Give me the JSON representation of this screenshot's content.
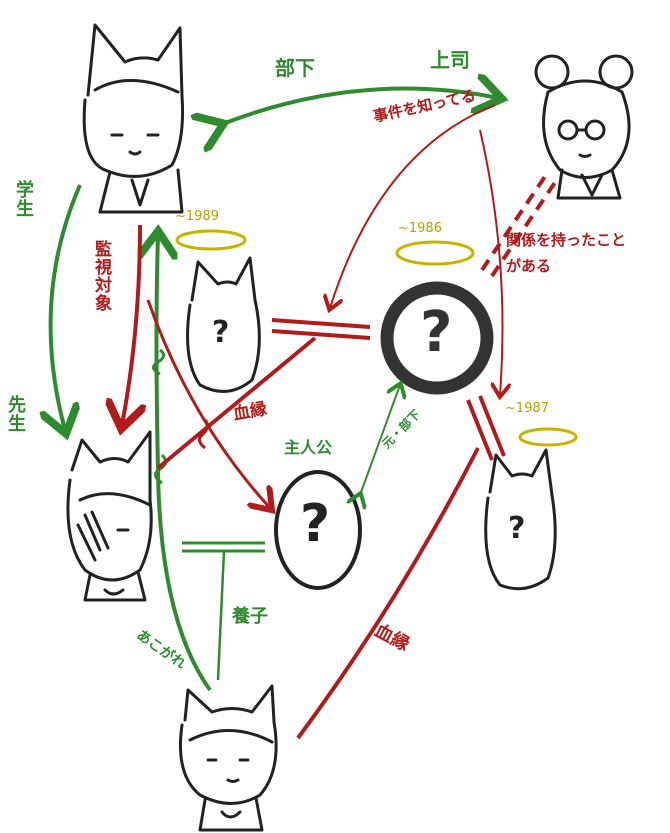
{
  "colors": {
    "ink": "#222222",
    "green": "#2e8b2e",
    "red": "#b01c1c",
    "gold": "#c8b400",
    "gray": "#555555"
  },
  "labels": {
    "subordinate": "部下",
    "superior": "上司",
    "knows_case": "事件を知ってる",
    "had_relationship": "関係を持ったことがある",
    "student": "学生",
    "teacher": "先生",
    "surveillance_target": "監視対象",
    "blood_relation_1": "血縁",
    "blood_relation_2": "血縁",
    "protagonist": "主人公",
    "former_subordinate": "元・部下",
    "adopted_child": "養子",
    "admiration": "あこがれ"
  },
  "years": {
    "unknown_left": "~1989",
    "unknown_center": "~1986",
    "unknown_right": "~1987"
  },
  "nodes": {
    "unknown_mark": "?"
  }
}
